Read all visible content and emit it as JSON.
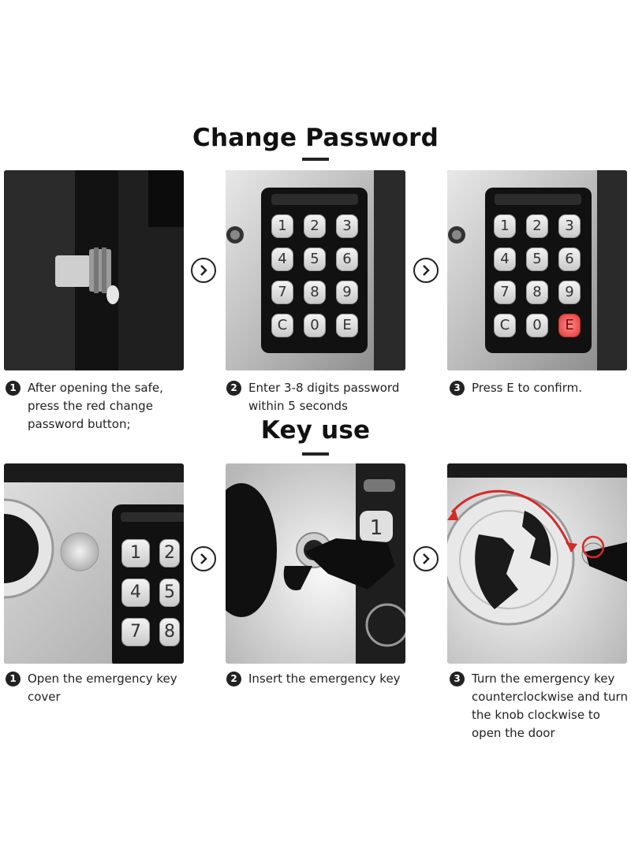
{
  "change_password": {
    "title": "Change Password",
    "steps": [
      {
        "num": "1",
        "text": "After opening the safe, press the red change password button;"
      },
      {
        "num": "2",
        "text": "Enter 3-8 digits password within 5 seconds"
      },
      {
        "num": "3",
        "text": "Press E to confirm."
      }
    ],
    "keypad_labels": [
      "1",
      "2",
      "3",
      "4",
      "5",
      "6",
      "7",
      "8",
      "9",
      "C",
      "0",
      "E"
    ]
  },
  "key_use": {
    "title": "Key use",
    "steps": [
      {
        "num": "1",
        "text": "Open the emergency key cover"
      },
      {
        "num": "2",
        "text": "Insert the emergency key"
      },
      {
        "num": "3",
        "text": "Turn the emergency key counterclockwise and turn the knob clockwise to open the door"
      }
    ],
    "keypad_labels": [
      "1",
      "2",
      "4",
      "5",
      "7",
      "8"
    ]
  },
  "icons": {
    "next": "chevron-right-icon"
  },
  "colors": {
    "highlight": "#e23a3a",
    "safe_black": "#1b1b1b",
    "safe_silver": "#b9b9b9"
  }
}
